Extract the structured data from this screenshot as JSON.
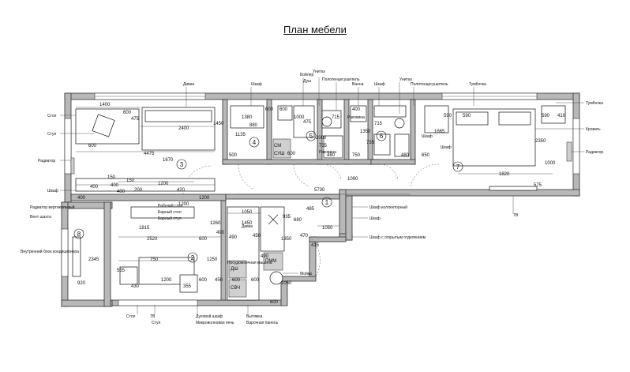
{
  "title": "План мебели",
  "rooms": [
    "1",
    "2",
    "3",
    "4",
    "5",
    "6",
    "7",
    "8"
  ],
  "callouts": {
    "top": [
      "Диван",
      "Шкаф",
      "Бойлер",
      "Унитаз",
      "Полотенцесушитель",
      "Ванна",
      "Шкаф",
      "Унитаз",
      "Полотенцесушитель",
      "Тумбочка"
    ],
    "top_small": [
      "Душ"
    ],
    "left": [
      "Стол",
      "Стул",
      "Радиатор",
      "Шкаф",
      "Радиатор вертикальный",
      "Вент шахта",
      "Внутренний блок кондиционера"
    ],
    "right": [
      "Тумбочка",
      "Кровать",
      "Радиатор",
      "ТВ"
    ],
    "middle": [
      "Шкаф коллекторный",
      "Шкаф",
      "Шкаф с открытым отделением",
      "Мойка",
      "Рабочий стол",
      "Барный стол",
      "Барный стул",
      "Диван",
      "Посудомоечная машина",
      "Раковина",
      "Раковина",
      "Шкаф",
      "Шкаф"
    ],
    "bottom": [
      "Стол",
      "ТВ",
      "Стул",
      "Духовой шкаф",
      "Микроволновая печь",
      "Вытяжка",
      "Варочная панель"
    ]
  },
  "appliance_labels": [
    "СМ",
    "СУШ",
    "ПММ",
    "ДШ",
    "СВЧ"
  ],
  "dimensions": {
    "room3": [
      "1400",
      "600",
      "475",
      "2400",
      "1450",
      "600",
      "4475",
      "1670",
      "1200",
      "400",
      "150",
      "400",
      "150",
      "400",
      "200",
      "420",
      "400",
      "1200"
    ],
    "room4": [
      "1380",
      "880",
      "1135",
      "500",
      "600"
    ],
    "room5": [
      "600",
      "475",
      "1000",
      "715",
      "600",
      "2000",
      "735",
      "480"
    ],
    "room6": [
      "400",
      "715",
      "1350",
      "735",
      "750",
      "480"
    ],
    "room7": [
      "590",
      "590",
      "590",
      "410",
      "1665",
      "2350",
      "1820",
      "1000",
      "575",
      "650",
      "5730",
      "1090"
    ],
    "kitchen": [
      "1050",
      "680",
      "935",
      "1050",
      "1260",
      "490",
      "1350",
      "490",
      "450",
      "470",
      "415",
      "1050",
      "600",
      "1450",
      "485",
      "490"
    ],
    "room2": [
      "1815",
      "2520",
      "600",
      "750",
      "1250",
      "555",
      "430",
      "1200",
      "355",
      "600",
      "450",
      "600",
      "600",
      "1200"
    ],
    "room8": [
      "2345",
      "920"
    ]
  }
}
